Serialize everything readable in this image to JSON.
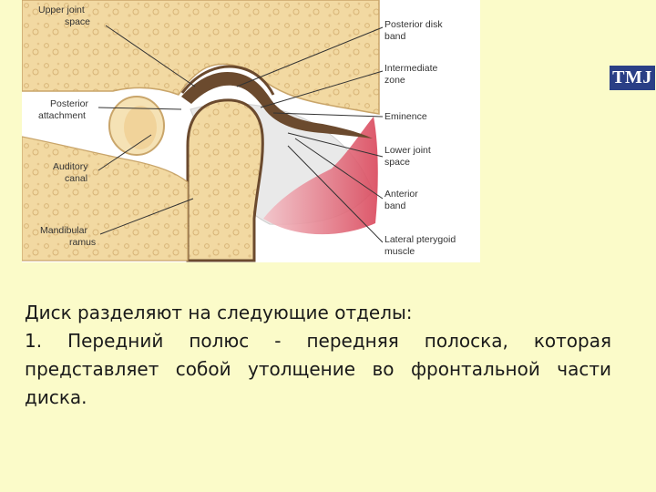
{
  "figure": {
    "labels": {
      "upper_joint_space": [
        "Upper joint",
        "space"
      ],
      "posterior_attachment": [
        "Posterior",
        "attachment"
      ],
      "auditory_canal": [
        "Auditory",
        "canal"
      ],
      "mandibular_ramus": [
        "Mandibular",
        "ramus"
      ],
      "posterior_disk_band": [
        "Posterior disk",
        "band"
      ],
      "intermediate_zone": [
        "Intermediate",
        "zone"
      ],
      "eminence": [
        "Eminence"
      ],
      "lower_joint_space": [
        "Lower joint",
        "space"
      ],
      "anterior_band": [
        "Anterior",
        "band"
      ],
      "lateral_pterygoid_muscle": [
        "Lateral pterygoid",
        "muscle"
      ]
    },
    "colors": {
      "bone": "#f2d9a2",
      "bone_outline": "#c9a56a",
      "disk": "#6b4a2e",
      "muscle": "#d94a5a",
      "ligament": "#c8c8c8"
    }
  },
  "badge": {
    "text": "TMJ",
    "color": "#2a3f86"
  },
  "text": {
    "heading": "Диск разделяют на следующие отделы:",
    "item1": "1. Передний полюс - передняя полоска, которая представляет собой утолщение во фронтальной части диска."
  },
  "background_color": "#fbfbc9"
}
